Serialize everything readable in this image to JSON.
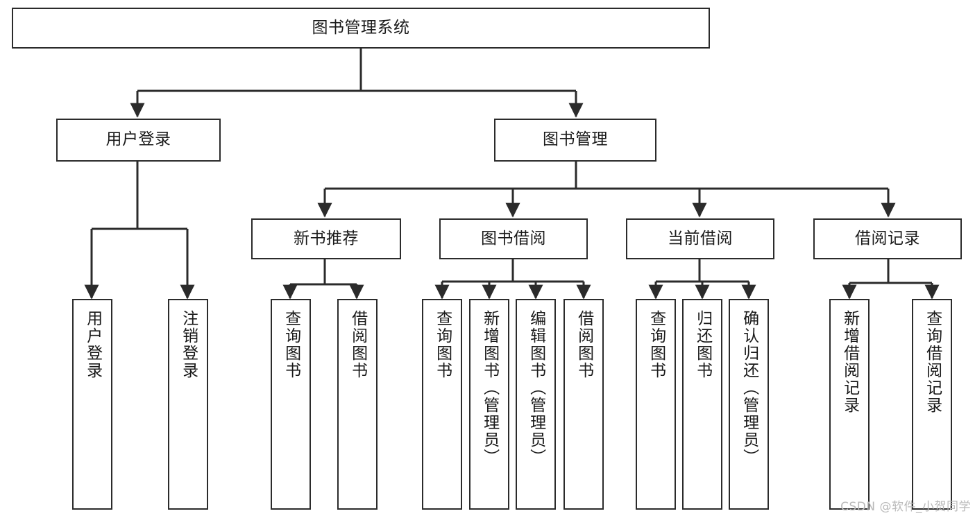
{
  "diagram": {
    "title": "图书管理系统",
    "watermark": "CSDN @软件_小贺同学",
    "colors": {
      "stroke": "#2b2b2b",
      "fill": "#ffffff",
      "text": "#1a1a1a",
      "watermark": "#b9b9b9"
    },
    "root": {
      "label": "图书管理系统",
      "orientation": "horizontal"
    },
    "level2": [
      {
        "label": "用户登录",
        "orientation": "horizontal"
      },
      {
        "label": "图书管理",
        "orientation": "horizontal"
      }
    ],
    "level3": [
      {
        "label": "新书推荐",
        "orientation": "horizontal"
      },
      {
        "label": "图书借阅",
        "orientation": "horizontal"
      },
      {
        "label": "当前借阅",
        "orientation": "horizontal"
      },
      {
        "label": "借阅记录",
        "orientation": "horizontal"
      }
    ],
    "leaves": {
      "user_login": [
        {
          "label": "用户登录",
          "orientation": "vertical"
        },
        {
          "label": "注销登录",
          "orientation": "vertical"
        }
      ],
      "new_book_recommend": [
        {
          "label": "查询图书",
          "orientation": "vertical"
        },
        {
          "label": "借阅图书",
          "orientation": "vertical"
        }
      ],
      "book_borrow": [
        {
          "label": "查询图书",
          "orientation": "vertical"
        },
        {
          "label": "新增图书（管理员）",
          "orientation": "vertical"
        },
        {
          "label": "编辑图书（管理员）",
          "orientation": "vertical"
        },
        {
          "label": "借阅图书",
          "orientation": "vertical"
        }
      ],
      "current_borrow": [
        {
          "label": "查询图书",
          "orientation": "vertical"
        },
        {
          "label": "归还图书",
          "orientation": "vertical"
        },
        {
          "label": "确认归还（管理员）",
          "orientation": "vertical"
        }
      ],
      "borrow_record": [
        {
          "label": "新增借阅记录",
          "orientation": "vertical"
        },
        {
          "label": "查询借阅记录",
          "orientation": "vertical"
        }
      ]
    }
  }
}
